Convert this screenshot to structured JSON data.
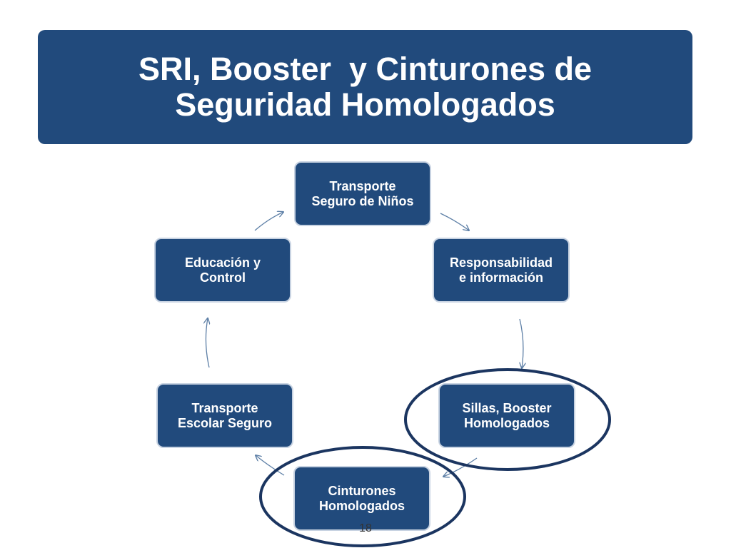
{
  "slide": {
    "title_lines": [
      "SRI, Booster  y Cinturones de",
      "Seguridad Homologados"
    ],
    "page_number": "18"
  },
  "cycle": {
    "nodes": [
      {
        "id": "top",
        "lines": [
          "Transporte",
          "Seguro de Niños"
        ]
      },
      {
        "id": "right",
        "lines": [
          "Responsabilidad",
          "e información"
        ]
      },
      {
        "id": "sillas",
        "lines": [
          "Sillas, Booster",
          "Homologados"
        ],
        "highlighted": true
      },
      {
        "id": "cint",
        "lines": [
          "Cinturones",
          "Homologados"
        ],
        "highlighted": true
      },
      {
        "id": "escolar",
        "lines": [
          "Transporte",
          "Escolar Seguro"
        ]
      },
      {
        "id": "edu",
        "lines": [
          "Educación y",
          "Control"
        ]
      }
    ]
  },
  "colors": {
    "node_fill": "#214a7c",
    "node_border": "#c8d3e2",
    "arrow": "#5d7fa6",
    "highlight_ring": "#1b3560"
  }
}
